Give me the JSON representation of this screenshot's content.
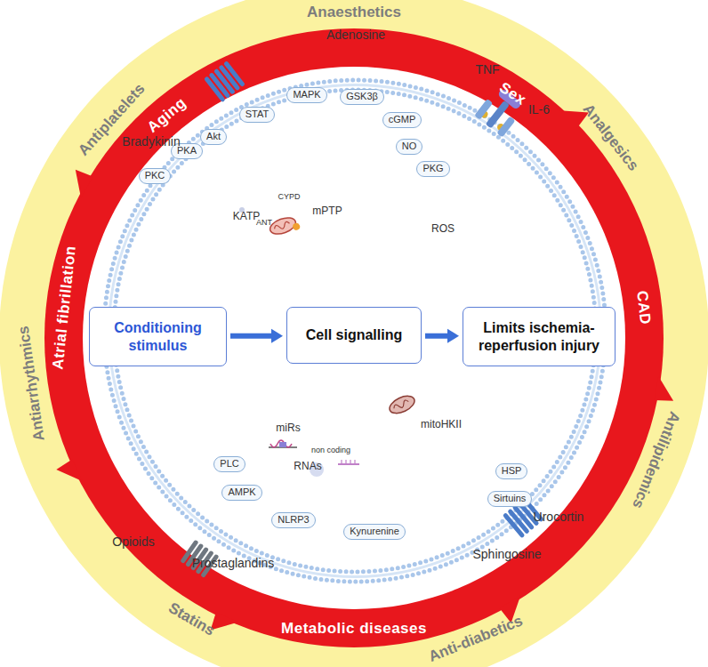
{
  "diagram": {
    "nodes": [
      {
        "text": [
          "Akt"
        ]
      },
      {
        "text": [
          "STAT"
        ]
      },
      {
        "text": [
          "MAPK"
        ]
      },
      {
        "text": [
          "GSK3β"
        ]
      },
      {
        "text": [
          "PKA"
        ]
      },
      {
        "text": [
          "cGMP"
        ]
      },
      {
        "text": [
          "PKC"
        ]
      },
      {
        "text": [
          "NO"
        ]
      },
      {
        "text": [
          "PKG"
        ]
      },
      {
        "text": [
          "Conditioning stimulus"
        ]
      },
      {
        "text": [
          "Cell signalling"
        ]
      },
      {
        "text": [
          "Limits ischemia-reperfusion injury"
        ]
      },
      {
        "text": [
          "PLC"
        ]
      },
      {
        "text": [
          "AMPK"
        ]
      },
      {
        "text": [
          "NLRP3"
        ]
      },
      {
        "text": [
          "Kynurenine"
        ]
      },
      {
        "text": [
          "HSP"
        ]
      },
      {
        "text": [
          "Sirtuins"
        ]
      }
    ],
    "edges": [
      {
        "from": 9,
        "to": 10,
        "arrow": "to"
      },
      {
        "from": 10,
        "to": 11,
        "arrow": "to"
      }
    ],
    "labels": [
      "Anaesthetics",
      "Analgesics",
      "Antilipidemics",
      "Anti-diabetics",
      "Statins",
      "Antiarrhythmics",
      "Antiplatelets",
      "Sex",
      "CAD",
      "Metabolic diseases",
      "Atrial fibrillation",
      "Aging",
      "Adenosine",
      "TNF",
      "IL-6",
      "Bradykinin",
      "KATP",
      "ANT",
      "CYPD",
      "mPTP",
      "ROS",
      "miRs",
      "non coding",
      "RNAs",
      "mitoHKII",
      "Opioids",
      "Prostaglandins",
      "Urocortin",
      "Sphingosine"
    ]
  }
}
